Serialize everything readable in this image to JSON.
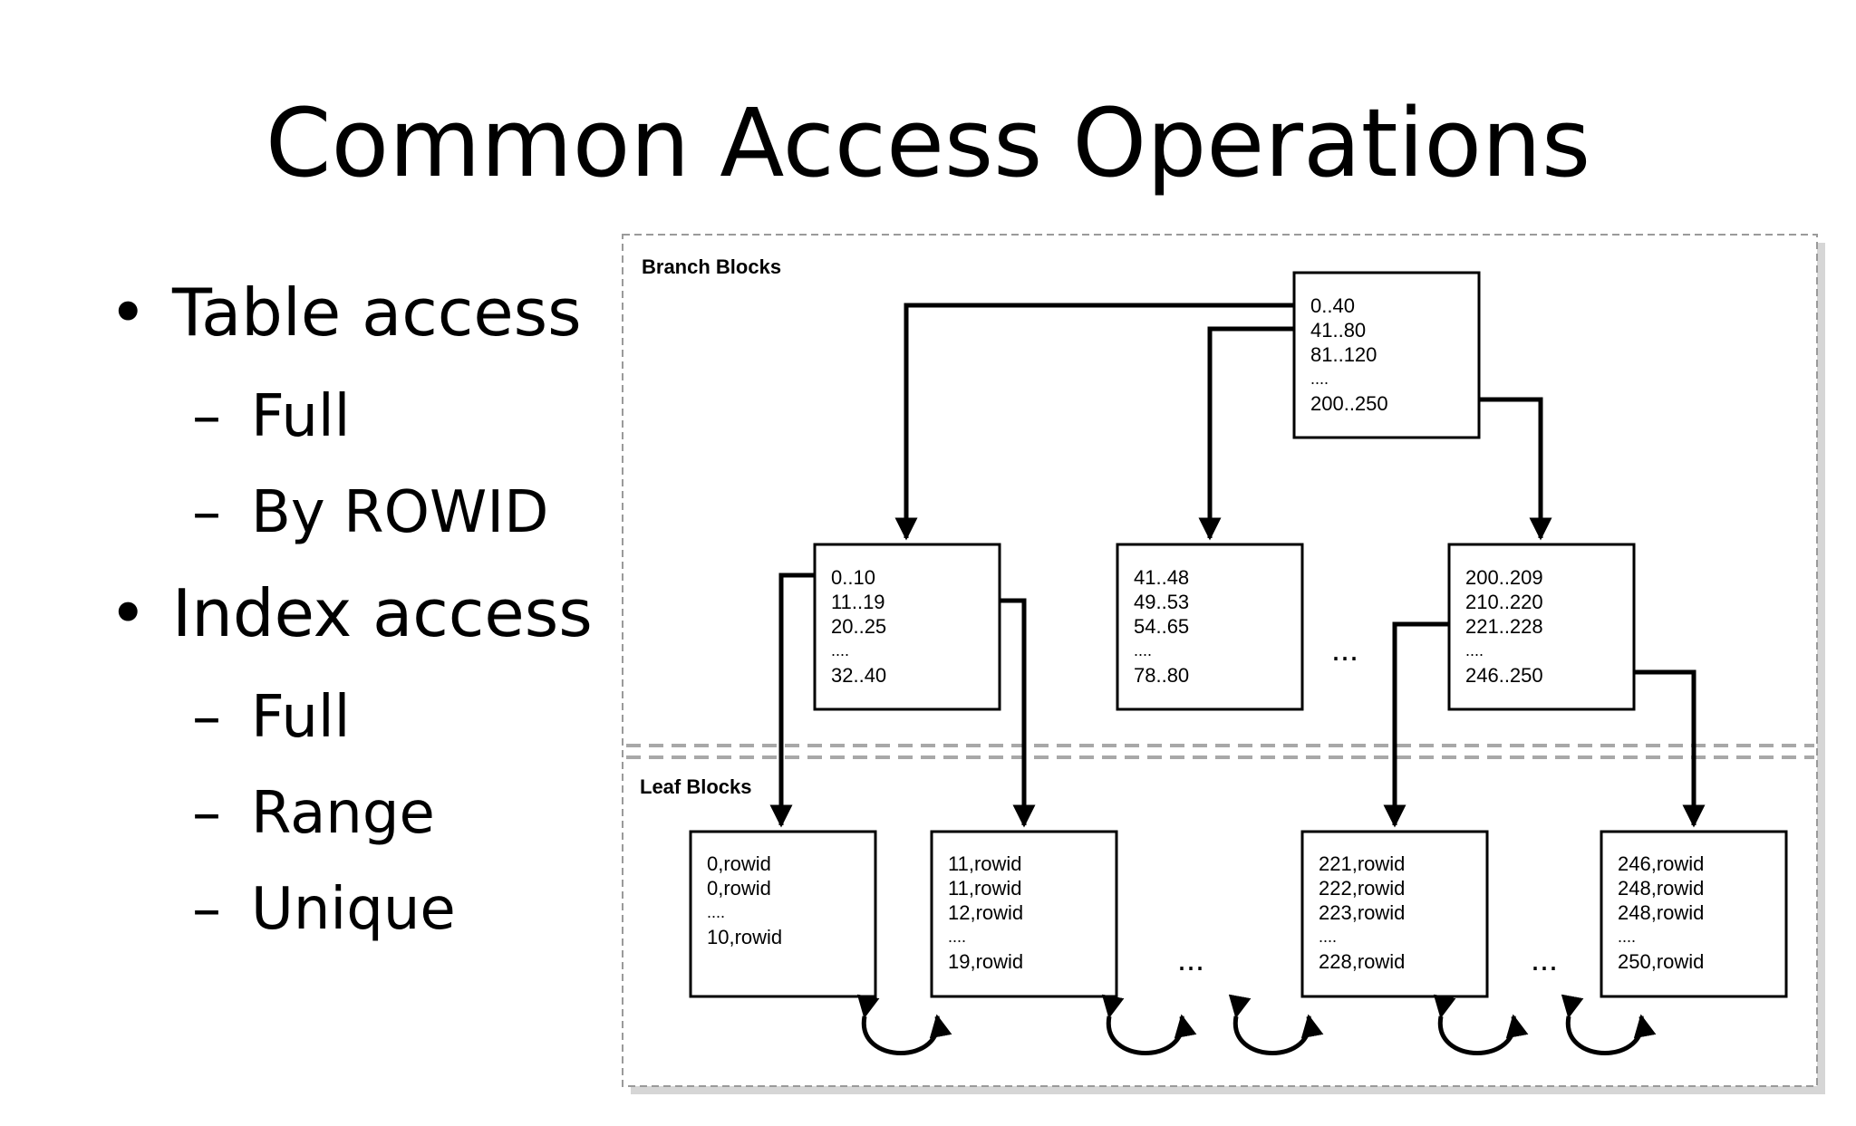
{
  "slide": {
    "title": "Common Access Operations",
    "bullets": [
      {
        "label": "Table access",
        "subitems": [
          "Full",
          "By ROWID"
        ]
      },
      {
        "label": "Index access",
        "subitems": [
          "Full",
          "Range",
          "Unique"
        ]
      }
    ]
  },
  "diagram": {
    "branch_section_label": "Branch Blocks",
    "leaf_section_label": "Leaf Blocks",
    "root_block": [
      "0..40",
      "41..80",
      "81..120",
      "....",
      "200..250"
    ],
    "branch_blocks": [
      [
        "0..10",
        "11..19",
        "20..25",
        "....",
        "32..40"
      ],
      [
        "41..48",
        "49..53",
        "54..65",
        "....",
        "78..80"
      ],
      [
        "200..209",
        "210..220",
        "221..228",
        "....",
        "246..250"
      ]
    ],
    "leaf_blocks": [
      [
        "0,rowid",
        "0,rowid",
        "....",
        "10,rowid"
      ],
      [
        "11,rowid",
        "11,rowid",
        "12,rowid",
        "....",
        "19,rowid"
      ],
      [
        "221,rowid",
        "222,rowid",
        "223,rowid",
        "....",
        "228,rowid"
      ],
      [
        "246,rowid",
        "248,rowid",
        "248,rowid",
        "....",
        "250,rowid"
      ]
    ],
    "ellipsis": "..."
  }
}
